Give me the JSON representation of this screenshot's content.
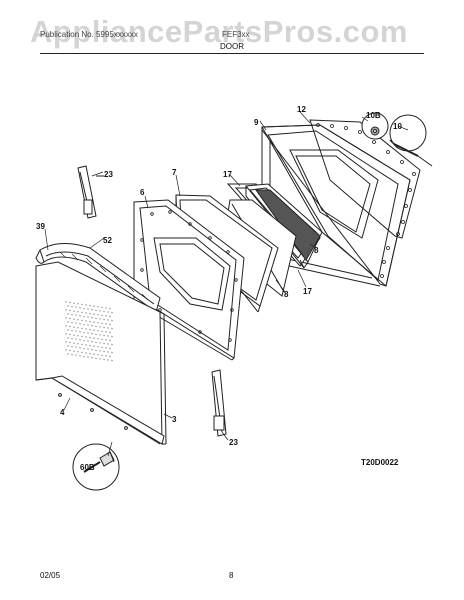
{
  "watermark": "AppliancePartsPros.com",
  "header": {
    "left": "Publication No. 5995xxxxxx",
    "right": "FEF3xx"
  },
  "section_title": "DOOR",
  "diagram_code": "T20D0022",
  "footer": {
    "date": "02/05",
    "page": "8"
  },
  "part_labels": [
    "12",
    "9",
    "10B",
    "10",
    "23",
    "7",
    "17",
    "6",
    "39",
    "52",
    "8",
    "8",
    "17",
    "3",
    "4",
    "23",
    "60B"
  ]
}
